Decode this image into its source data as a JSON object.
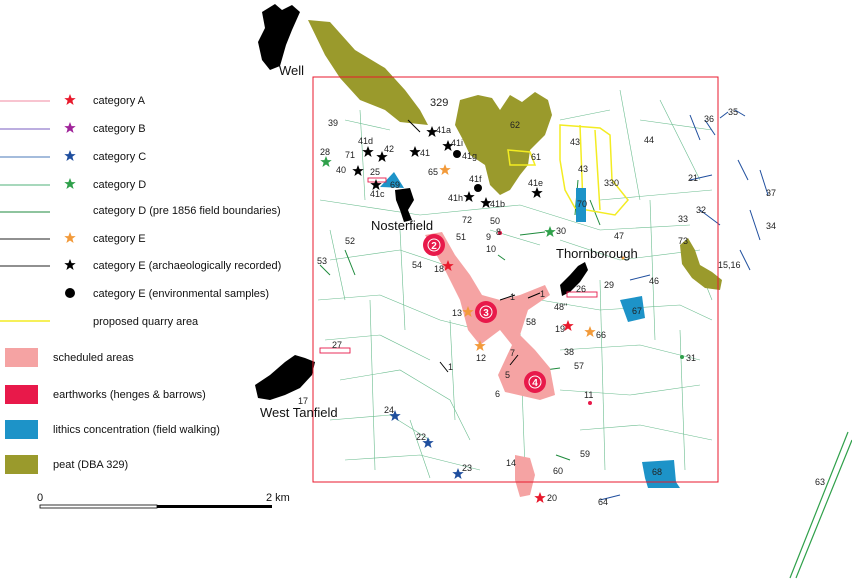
{
  "towns": {
    "well": "Well",
    "nosterfield": "Nosterfield",
    "thornborough": "Thornborough",
    "west_tanfield": "West Tanfield"
  },
  "legend": {
    "category_a": "category A",
    "category_b": "category B",
    "category_c": "category C",
    "category_d": "category D",
    "category_d_pre1856": "category D (pre 1856 field boundaries)",
    "category_e": "category E",
    "category_e_arch": "category E (archaeologically recorded)",
    "category_e_env": "category E (environmental samples)",
    "quarry": "proposed quarry area",
    "scheduled": "scheduled areas",
    "earthworks": "earthworks (henges & barrows)",
    "lithics": "lithics concentration (field walking)",
    "peat": "peat (DBA 329)"
  },
  "scale": {
    "start": "0",
    "end": "2 km"
  },
  "colors": {
    "cat_a": "#e8192c",
    "cat_b": "#a0249a",
    "cat_c": "#1f4e9e",
    "cat_d": "#2fa04a",
    "cat_e": "#f29a3a",
    "quarry": "#f3ec22",
    "scheduled": "#f5a3a3",
    "earthworks": "#e8194a",
    "lithics": "#1d93c8",
    "peat": "#9a9a2c",
    "frame": "#e8192c"
  },
  "henges": [
    "2",
    "3",
    "4"
  ],
  "site_labels": [
    {
      "id": "l329",
      "text": "329"
    },
    {
      "id": "l39",
      "text": "39"
    },
    {
      "id": "l41a",
      "text": "41a"
    },
    {
      "id": "l41i",
      "text": "41i"
    },
    {
      "id": "l41d",
      "text": "41d"
    },
    {
      "id": "l42",
      "text": "42"
    },
    {
      "id": "l41",
      "text": "41"
    },
    {
      "id": "l41g",
      "text": "41g"
    },
    {
      "id": "l71",
      "text": "71"
    },
    {
      "id": "l28",
      "text": "28"
    },
    {
      "id": "l40",
      "text": "40"
    },
    {
      "id": "l41c",
      "text": "41c"
    },
    {
      "id": "l41h",
      "text": "41h"
    },
    {
      "id": "l41b",
      "text": "41b"
    },
    {
      "id": "l41f",
      "text": "41f"
    },
    {
      "id": "l65",
      "text": "65"
    },
    {
      "id": "l62",
      "text": "62"
    },
    {
      "id": "l61",
      "text": "61"
    },
    {
      "id": "l43a",
      "text": "43"
    },
    {
      "id": "l43b",
      "text": "43"
    },
    {
      "id": "l44",
      "text": "44"
    },
    {
      "id": "l36",
      "text": "36"
    },
    {
      "id": "l35",
      "text": "35"
    },
    {
      "id": "l21",
      "text": "21"
    },
    {
      "id": "l37",
      "text": "37"
    },
    {
      "id": "l33",
      "text": "33"
    },
    {
      "id": "l32",
      "text": "32"
    },
    {
      "id": "l34",
      "text": "34"
    },
    {
      "id": "l73",
      "text": "73"
    },
    {
      "id": "l1516",
      "text": "15,16"
    },
    {
      "id": "l330",
      "text": "330"
    },
    {
      "id": "l41e",
      "text": "41e"
    },
    {
      "id": "l70",
      "text": "70"
    },
    {
      "id": "l25",
      "text": "25"
    },
    {
      "id": "l69",
      "text": "69"
    },
    {
      "id": "l72",
      "text": "72"
    },
    {
      "id": "l50",
      "text": "50"
    },
    {
      "id": "l51",
      "text": "51"
    },
    {
      "id": "l9",
      "text": "9"
    },
    {
      "id": "l8",
      "text": "8"
    },
    {
      "id": "l10",
      "text": "10"
    },
    {
      "id": "l30",
      "text": "30"
    },
    {
      "id": "l47",
      "text": "47"
    },
    {
      "id": "l52",
      "text": "52"
    },
    {
      "id": "l53",
      "text": "53"
    },
    {
      "id": "l54",
      "text": "54"
    },
    {
      "id": "l18",
      "text": "18"
    },
    {
      "id": "l26",
      "text": "26"
    },
    {
      "id": "l29",
      "text": "29"
    },
    {
      "id": "l46",
      "text": "46"
    },
    {
      "id": "l67",
      "text": "67"
    },
    {
      "id": "l1a",
      "text": "1"
    },
    {
      "id": "l1b",
      "text": "1"
    },
    {
      "id": "l48",
      "text": "48\""
    },
    {
      "id": "l13",
      "text": "13"
    },
    {
      "id": "l58",
      "text": "58"
    },
    {
      "id": "l19",
      "text": "19"
    },
    {
      "id": "l66",
      "text": "66"
    },
    {
      "id": "l12",
      "text": "12"
    },
    {
      "id": "l7",
      "text": "7"
    },
    {
      "id": "l38",
      "text": "38"
    },
    {
      "id": "l57",
      "text": "57"
    },
    {
      "id": "l27",
      "text": "27"
    },
    {
      "id": "l1c",
      "text": "1"
    },
    {
      "id": "l5",
      "text": "5"
    },
    {
      "id": "l6",
      "text": "6"
    },
    {
      "id": "l11",
      "text": "11"
    },
    {
      "id": "l31",
      "text": "31"
    },
    {
      "id": "l17",
      "text": "17"
    },
    {
      "id": "l24",
      "text": "24"
    },
    {
      "id": "l22",
      "text": "22"
    },
    {
      "id": "l23",
      "text": "23"
    },
    {
      "id": "l14",
      "text": "14"
    },
    {
      "id": "l59",
      "text": "59"
    },
    {
      "id": "l60",
      "text": "60"
    },
    {
      "id": "l68",
      "text": "68"
    },
    {
      "id": "l20",
      "text": "20"
    },
    {
      "id": "l64",
      "text": "64"
    },
    {
      "id": "l63",
      "text": "63"
    }
  ]
}
